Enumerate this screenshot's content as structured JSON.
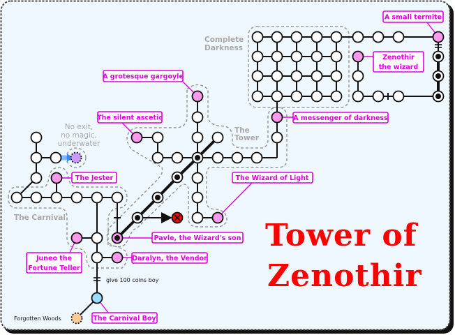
{
  "title": {
    "line1": "Tower of",
    "line2": "Zenothir"
  },
  "areas": {
    "complete_darkness": [
      "Complete",
      "Darkness"
    ],
    "the_tower": [
      "The",
      "Tower"
    ],
    "the_carnival": "The Carnival",
    "no_exit": [
      "No exit,",
      "no magic,",
      "underwater"
    ]
  },
  "npcs": {
    "termite": "A small termite",
    "zenothir": [
      "Zenothir",
      "the wizard"
    ],
    "gargoyle": "A grotesque gargoyle",
    "ascetic": "The silent ascetic",
    "messenger": "A messenger of darkness",
    "jester": "The Jester",
    "wizard_light": "The Wizard of Light",
    "pavle": "Pavle, the Wizard's son",
    "daralyn": "Daralyn, the Vendor",
    "juneo": [
      "Juneo the",
      "Fortune Teller"
    ],
    "carnival_boy": "The Carnival Boy"
  },
  "notes": {
    "give_coins": "give 100 coins boy",
    "forgotten_woods": "Forgotten Woods"
  },
  "colors": {
    "background": "#f0f8ff",
    "npc": "#ff99ee",
    "label": "#e000e0",
    "title": "#ff0000",
    "exit": "#ffcc99",
    "start": "#99ddff",
    "water": "#cc99ff",
    "danger": "#ff0000"
  }
}
